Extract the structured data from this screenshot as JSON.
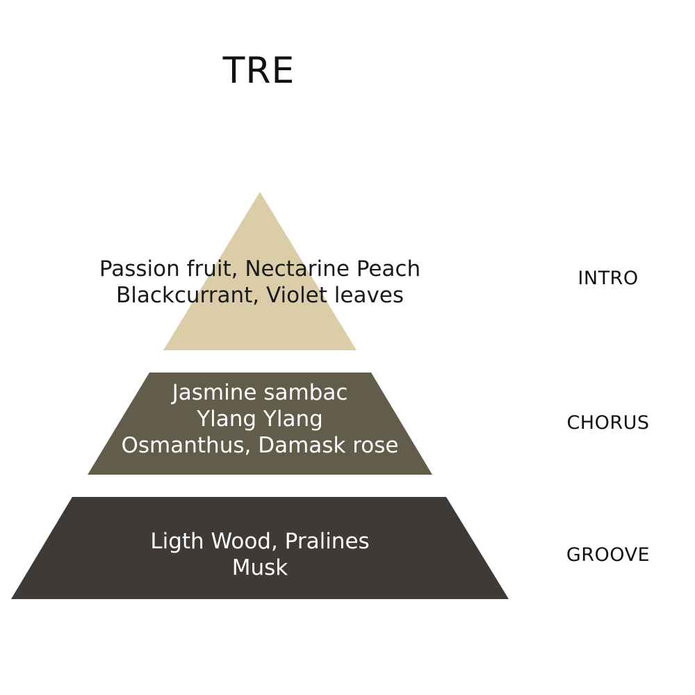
{
  "title": "TRE",
  "tiers": {
    "top": {
      "label": "INTRO",
      "lines": [
        "Passion fruit, Nectarine Peach",
        "Blackcurrant, Violet leaves"
      ],
      "color": "#dacda8"
    },
    "middle": {
      "label": "CHORUS",
      "lines": [
        "Jasmine sambac",
        "Ylang Ylang",
        "Osmanthus, Damask rose"
      ],
      "color": "#625c4a"
    },
    "base": {
      "label": "GROOVE",
      "lines": [
        "Ligth Wood, Pralines",
        "Musk"
      ],
      "color": "#3d3a37"
    }
  }
}
